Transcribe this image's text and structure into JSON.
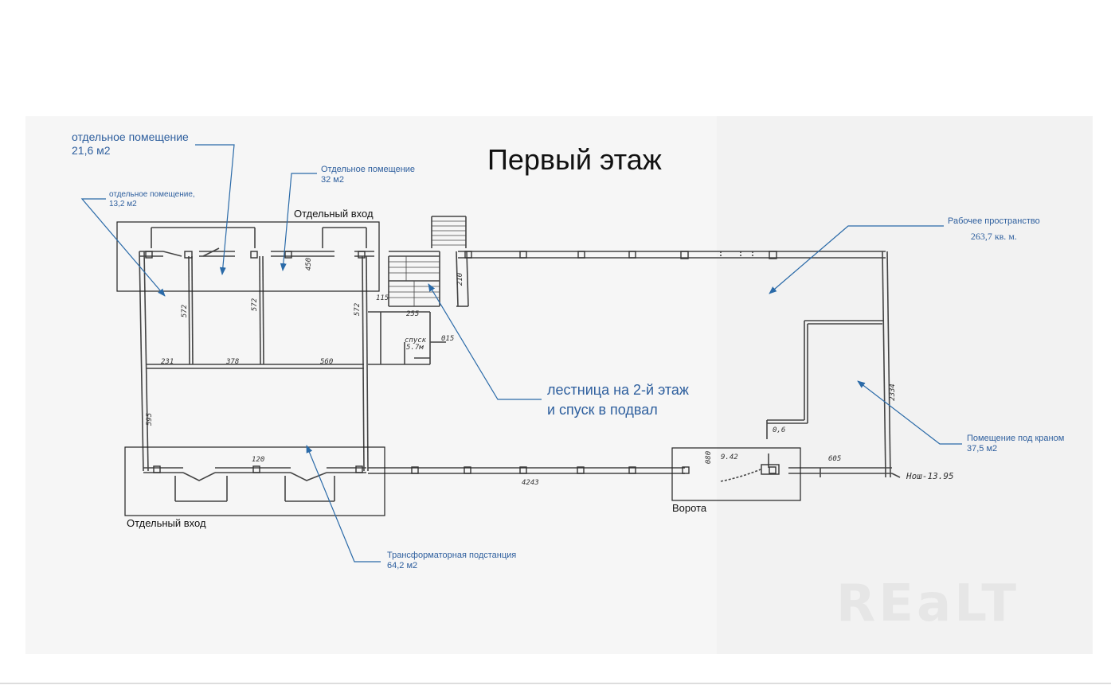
{
  "title": "Первый этаж",
  "callouts": {
    "room_21_6": {
      "line1": "отдельное помещение",
      "line2": "21,6 м2"
    },
    "room_32": {
      "line1": "Отдельное помещение",
      "line2": "32 м2"
    },
    "room_13_2": {
      "line1": "отдельное помещение,",
      "line2": "13,2 м2"
    },
    "work_space": {
      "line1": "Рабочее пространство",
      "line2": "263,7 кв. м."
    },
    "stairs": {
      "line1": "лестница на 2-й этаж",
      "line2": "и спуск в подвал"
    },
    "crane_room": {
      "line1": "Помещение под краном",
      "line2": "37,5 м2"
    },
    "transformer": {
      "line1": "Трансформаторная подстанция",
      "line2": "64,2 м2"
    }
  },
  "entrances": {
    "top": "Отдельный вход",
    "bottom": "Отдельный вход",
    "gate": "Ворота"
  },
  "dimensions": {
    "d231": "231",
    "d378": "378",
    "d560": "560",
    "d572a": "572",
    "d572b": "572",
    "d572c": "572",
    "d595": "595",
    "d120": "120",
    "d4243": "4243",
    "d2334": "2334",
    "d605": "605",
    "d255": "255",
    "d210": "210",
    "d450": "450",
    "d115": "115",
    "d015": "015",
    "d06": "0,6",
    "d080": "080",
    "d942": "9.42",
    "level": "Нош-13.95",
    "spusk": "спуск",
    "spusk2": "5.7м"
  },
  "watermark": "REaLT",
  "colors": {
    "callout": "#2e5f9e",
    "arrow": "#2a6aa8",
    "drawing": "#444444"
  }
}
